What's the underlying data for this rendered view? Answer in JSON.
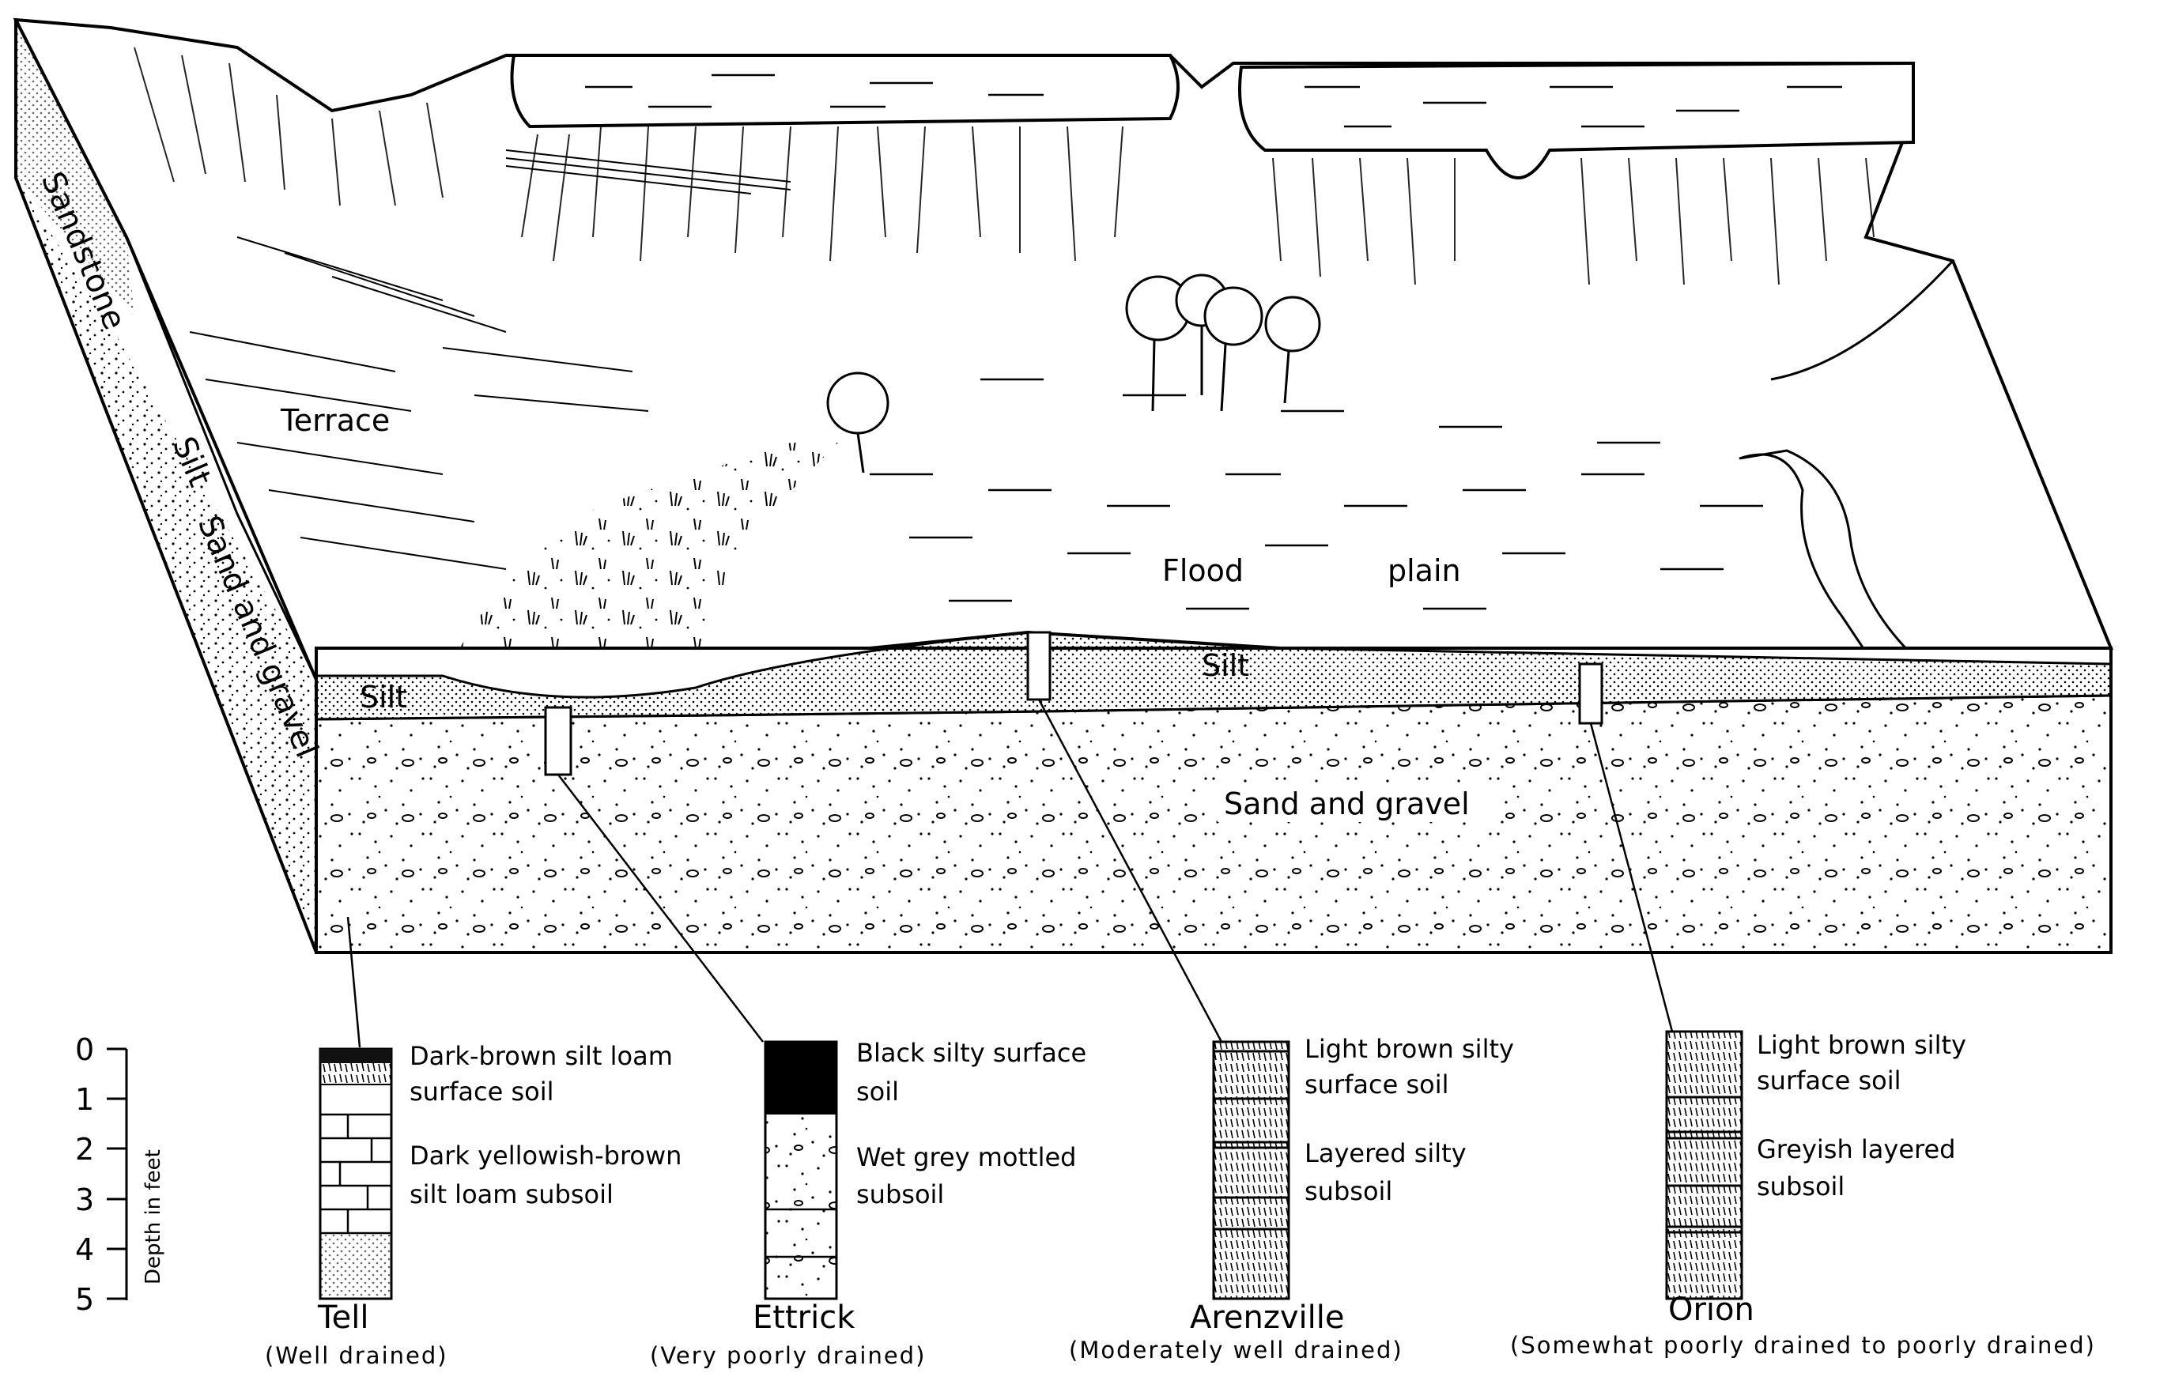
{
  "block_labels": {
    "sandstone": "Sandstone",
    "silt_side": "Silt",
    "sand_gravel_side": "Sand and gravel",
    "terrace": "Terrace",
    "flood": "Flood",
    "plain": "plain",
    "silt_front_left": "Silt",
    "silt_front_right": "Silt",
    "sand_gravel_front": "Sand and gravel"
  },
  "depth_axis": {
    "label": "Depth in feet",
    "ticks": [
      "0",
      "1",
      "2",
      "3",
      "4",
      "5"
    ]
  },
  "profiles": [
    {
      "name": "Tell",
      "drainage": "(Well drained)",
      "desc_top": [
        "Dark-brown silt loam",
        "surface soil"
      ],
      "desc_bottom": [
        "Dark yellowish-brown",
        "silt loam subsoil"
      ]
    },
    {
      "name": "Ettrick",
      "drainage": "(Very poorly drained)",
      "desc_top": [
        "Black silty surface",
        "soil"
      ],
      "desc_bottom": [
        "Wet grey mottled",
        "subsoil"
      ]
    },
    {
      "name": "Arenzville",
      "drainage": "(Moderately well drained)",
      "desc_top": [
        "Light brown silty",
        "surface soil"
      ],
      "desc_bottom": [
        "Layered silty",
        "subsoil"
      ]
    },
    {
      "name": "Orion",
      "drainage": "(Somewhat poorly drained to poorly drained)",
      "desc_top": [
        "Light brown silty",
        "surface soil"
      ],
      "desc_bottom": [
        "Greyish layered",
        "subsoil"
      ]
    }
  ]
}
